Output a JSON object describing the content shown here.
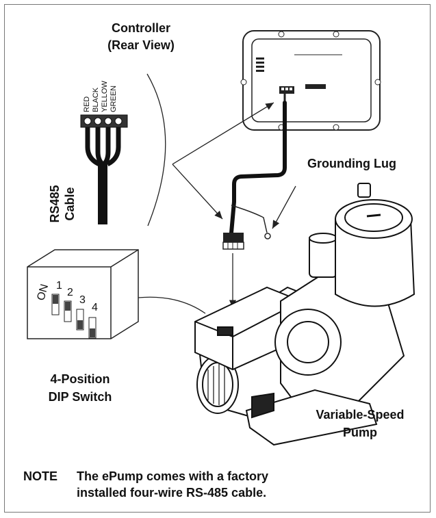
{
  "labels": {
    "controller_line1": "Controller",
    "controller_line2": "(Rear View)",
    "grounding_lug": "Grounding Lug",
    "rs485_line1": "RS485",
    "rs485_line2": "Cable",
    "dip_line1": "4-Position",
    "dip_line2": "DIP Switch",
    "pump_line1": "Variable-Speed",
    "pump_line2": "Pump"
  },
  "wire_colors": [
    "RED",
    "BLACK",
    "YELLOW",
    "GREEN"
  ],
  "dip": {
    "on_label": "ON",
    "positions": [
      "1",
      "2",
      "3",
      "4"
    ]
  },
  "note": {
    "head": "NOTE",
    "line1": "The ePump comes with a factory",
    "line2": "installed four-wire RS-485 cable."
  },
  "colors": {
    "ink": "#111111",
    "border": "#777777"
  }
}
